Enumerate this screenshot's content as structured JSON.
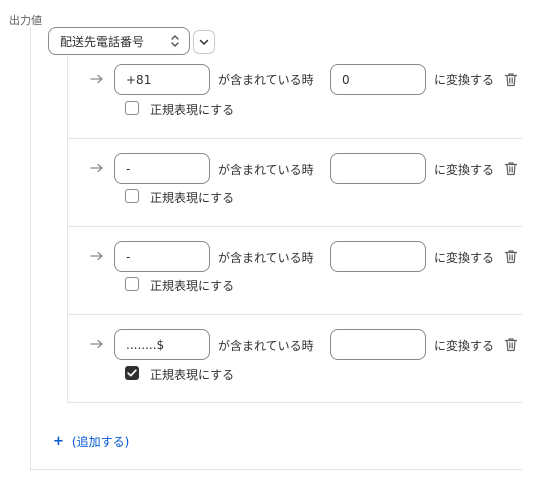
{
  "output_label": "出力値",
  "field_select": {
    "value": "配送先電話番号"
  },
  "rules": [
    {
      "contains_value": "+81",
      "contains_label": "が含まれている時",
      "convert_value": "0",
      "convert_label": "に変換する",
      "regex_label": "正規表現にする",
      "regex_checked": false
    },
    {
      "contains_value": "-",
      "contains_label": "が含まれている時",
      "convert_value": "",
      "convert_label": "に変換する",
      "regex_label": "正規表現にする",
      "regex_checked": false
    },
    {
      "contains_value": "-",
      "contains_label": "が含まれている時",
      "convert_value": "",
      "convert_label": "に変換する",
      "regex_label": "正規表現にする",
      "regex_checked": false
    },
    {
      "contains_value": "........$",
      "contains_label": "が含まれている時",
      "convert_value": "",
      "convert_label": "に変換する",
      "regex_label": "正規表現にする",
      "regex_checked": true
    }
  ],
  "add_button": {
    "plus": "+",
    "label": "(追加する)"
  },
  "icons": {
    "arrow": "arrow-right-icon",
    "trash": "trash-icon",
    "caret": "select-caret-icon",
    "chevron": "chevron-down-icon",
    "check": "checkmark-icon"
  },
  "colors": {
    "link": "#005bd3",
    "border": "#8a8a8a",
    "divider": "#e3e3e3",
    "checked": "#303030"
  }
}
